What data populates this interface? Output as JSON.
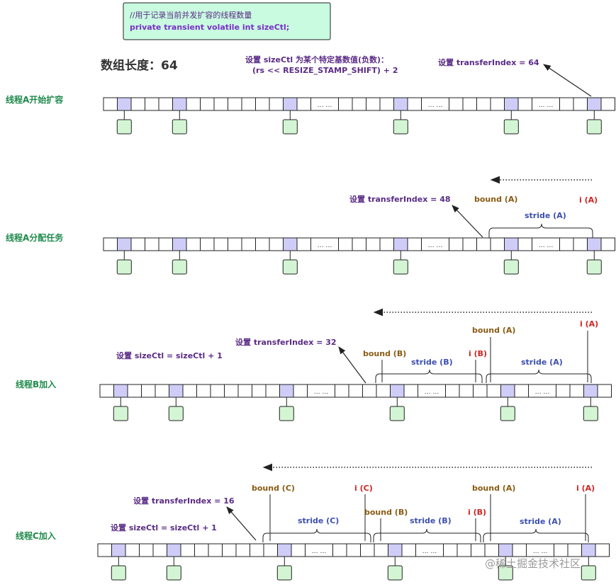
{
  "code_box": {
    "comment": "//用于记录当前并发扩容的线程数量",
    "declaration": "private transient volatile int sizeCtl;"
  },
  "array_length_label": "数组长度：64",
  "stages": [
    {
      "title": "线程A开始扩容",
      "notes": [
        "设置 sizeCtl 为某个特定基数值(负数)：",
        "(rs << RESIZE_STAMP_SHIFT) + 2",
        "设置 transferIndex = 64"
      ]
    },
    {
      "title": "线程A分配任务",
      "notes": [
        "设置 transferIndex = 48"
      ],
      "bound": "bound (A)",
      "i": "i (A)",
      "stride": "stride (A)"
    },
    {
      "title": "线程B加入",
      "notes": [
        "设置 sizeCtl = sizeCtl + 1",
        "设置 transferIndex = 32"
      ],
      "labels": {
        "bound_b": "bound (B)",
        "i_b": "i (B)",
        "stride_b": "stride (B)",
        "bound_a": "bound (A)",
        "i_a": "i (A)",
        "stride_a": "stride (A)"
      }
    },
    {
      "title": "线程C加入",
      "notes": [
        "设置 sizeCtl = sizeCtl + 1",
        "设置 transferIndex = 16"
      ],
      "labels": {
        "bound_c": "bound (C)",
        "i_c": "i (C)",
        "stride_c": "stride (C)",
        "bound_b": "bound (B)",
        "i_b": "i (B)",
        "stride_b": "stride (B)",
        "bound_a": "bound (A)",
        "i_a": "i (A)",
        "stride_a": "stride (A)"
      }
    }
  ],
  "ellipsis": "… …",
  "watermark": "@稀土掘金技术社区",
  "colors": {
    "stage_title": "#1f8a4c",
    "note": "#5a2b86",
    "bound": "#8a5a12",
    "index": "#d12424",
    "stride": "#3c4fb0",
    "highlight_cell": "#cfcdf8",
    "node": "#d4f5d4",
    "code_box": "#c8fbe0"
  }
}
